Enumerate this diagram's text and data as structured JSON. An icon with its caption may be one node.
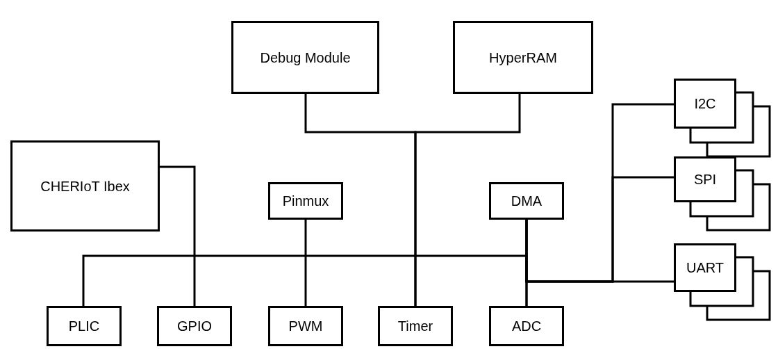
{
  "diagram": {
    "nodes": [
      {
        "text": [
          "Debug Module"
        ]
      },
      {
        "text": [
          "HyperRAM"
        ]
      },
      {
        "text": [
          "I2C"
        ]
      },
      {
        "text": [
          "CHERIoT Ibex"
        ]
      },
      {
        "text": [
          "Pinmux"
        ]
      },
      {
        "text": [
          "DMA"
        ]
      },
      {
        "text": [
          "SPI"
        ]
      },
      {
        "text": [
          "UART"
        ]
      },
      {
        "text": [
          "PLIC"
        ]
      },
      {
        "text": [
          "GPIO"
        ]
      },
      {
        "text": [
          "PWM"
        ]
      },
      {
        "text": [
          "Timer"
        ]
      },
      {
        "text": [
          "ADC"
        ]
      }
    ],
    "edges": [
      {
        "from": 0,
        "to": 11,
        "arrow": "none"
      },
      {
        "from": 1,
        "to": 11,
        "arrow": "none"
      },
      {
        "from": 3,
        "to": 9,
        "arrow": "none"
      },
      {
        "from": 4,
        "to": 10,
        "arrow": "none"
      },
      {
        "from": 8,
        "to": 12,
        "arrow": "none"
      },
      {
        "from": 5,
        "to": 2,
        "arrow": "none"
      },
      {
        "from": 5,
        "to": 6,
        "arrow": "none"
      },
      {
        "from": 5,
        "to": 7,
        "arrow": "none"
      },
      {
        "from": 5,
        "to": 12,
        "arrow": "none"
      }
    ]
  }
}
